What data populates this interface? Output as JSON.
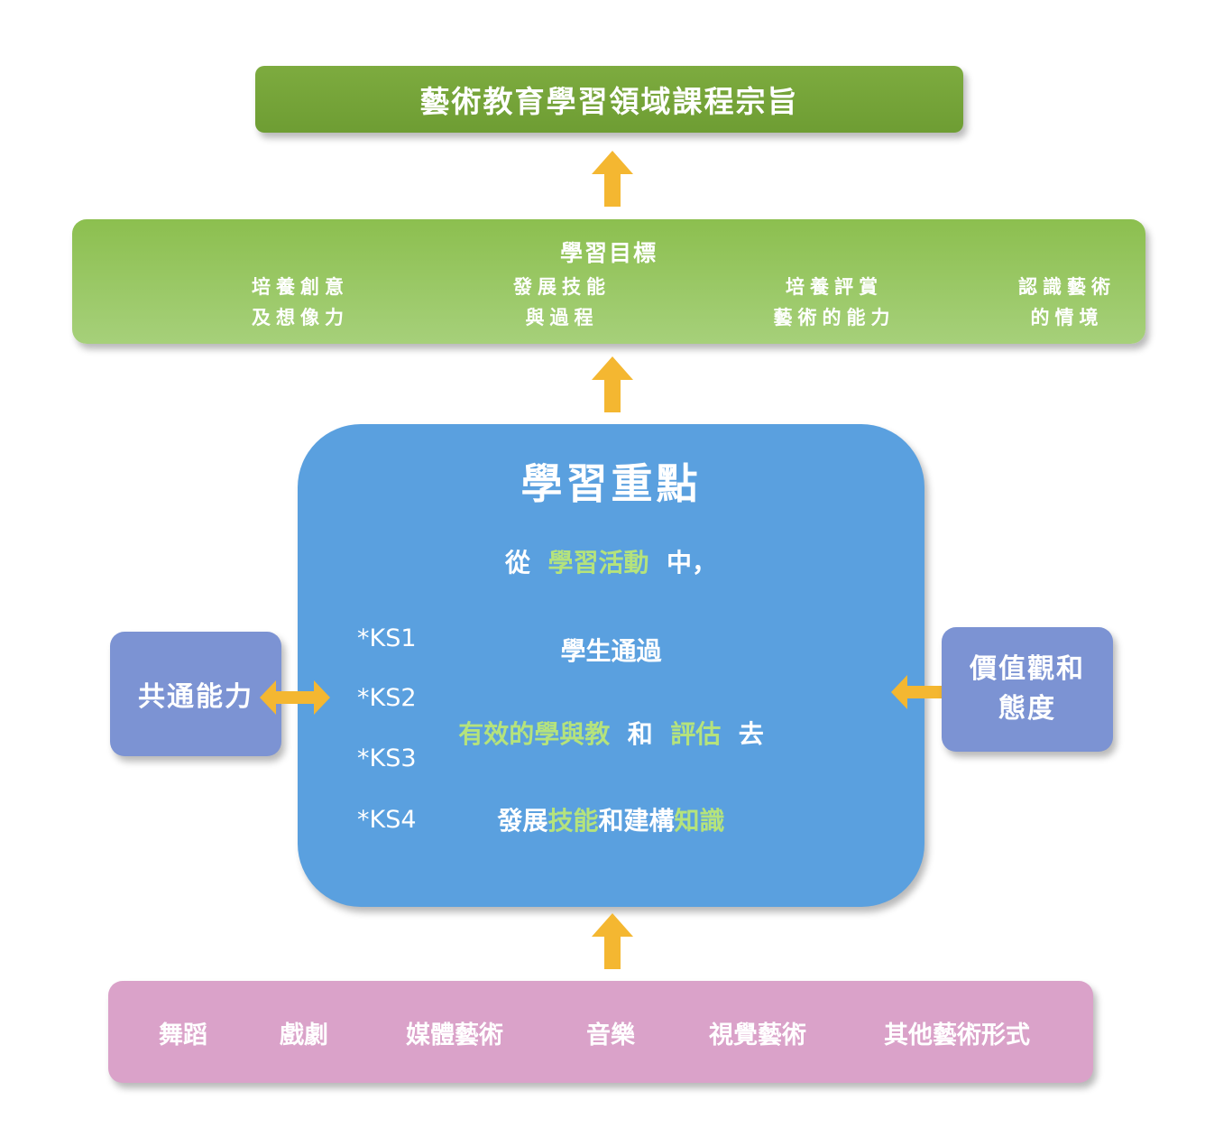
{
  "goal": {
    "title": "藝術教育學習領域課程宗旨"
  },
  "objectives": {
    "title": "學習目標",
    "items": [
      {
        "line1": "培養創意",
        "line2": "及想像力"
      },
      {
        "line1": "發展技能",
        "line2": "與過程"
      },
      {
        "line1": "培養評賞",
        "line2": "藝術的能力"
      },
      {
        "line1": "認識藝術",
        "line2": "的情境"
      }
    ]
  },
  "focus": {
    "title": "學習重點",
    "line1": {
      "a": "從",
      "b": "學習活動",
      "c": "中，"
    },
    "line2": "學生通過",
    "line3": {
      "a": "有效的學與教",
      "b": "和",
      "c": "評估",
      "d": "去"
    },
    "line4": {
      "a": "發展",
      "b": "技能",
      "c": "和建構",
      "d": "知識"
    },
    "ks": [
      "*KS1",
      "*KS2",
      "*KS3",
      "*KS4"
    ]
  },
  "generic_skills": "共通能力",
  "values": {
    "line1": "價值觀和",
    "line2": "態度"
  },
  "art_forms": [
    "舞蹈",
    "戲劇",
    "媒體藝術",
    "音樂",
    "視覺藝術",
    "其他藝術形式"
  ],
  "colors": {
    "goal": "#7dab3f",
    "objectives": "#a6d07a",
    "focus": "#5aa0df",
    "side": "#7c93d3",
    "arts": "#daa2c9",
    "arrow": "#f4b731",
    "highlight": "#b5e37c"
  }
}
